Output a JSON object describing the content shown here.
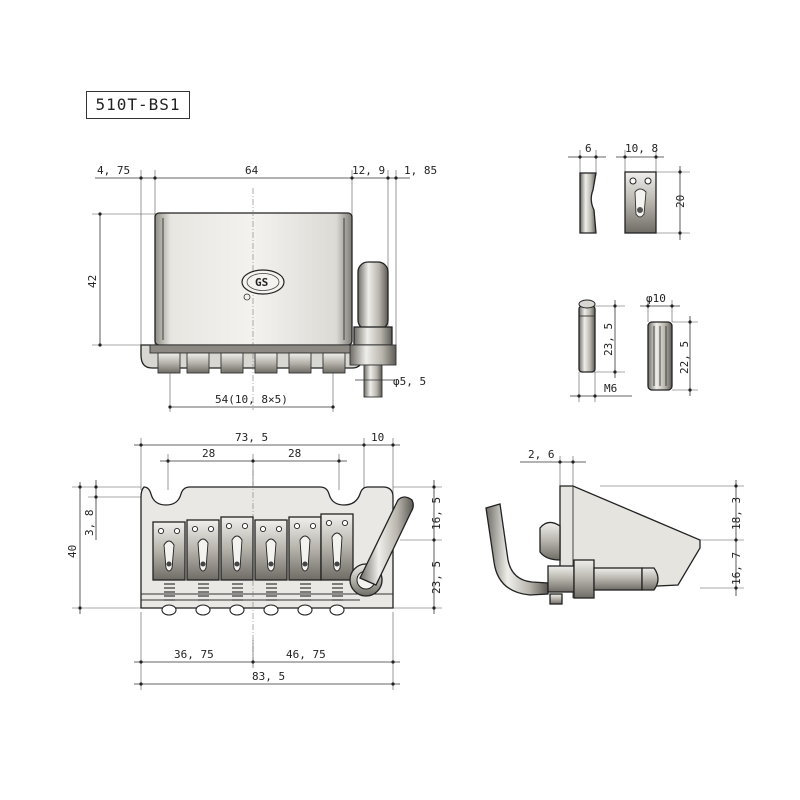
{
  "model": "510T-BS1",
  "colors": {
    "line": "#222222",
    "metal_light": "#e6e4df",
    "metal_mid": "#b9b6ae",
    "metal_dark": "#6f6c66"
  },
  "logo": {
    "text": "GS"
  },
  "top_view": {
    "dim_left": "4, 75",
    "dim_center": "64",
    "dim_right_1": "12, 9",
    "dim_right_2": "1, 85",
    "dim_height": "42",
    "dim_spacing": "54(10, 8×5)",
    "dim_arm": "φ5, 5"
  },
  "saddle_detail": {
    "dim_side": "6",
    "dim_width": "10, 8",
    "dim_height": "20"
  },
  "arm_detail": {
    "dim_length": "23, 5",
    "dim_thread": "M6",
    "dim_diameter": "φ10",
    "dim_knob": "22, 5"
  },
  "front_view": {
    "dim_total_top": "73, 5",
    "dim_right_top": "10",
    "dim_left_28": "28",
    "dim_right_28": "28",
    "dim_height": "40",
    "dim_offset": "3, 8",
    "dim_right_upper": "16, 5",
    "dim_right_lower": "23, 5",
    "dim_left_bottom": "36, 75",
    "dim_right_bottom": "46, 75",
    "dim_total_bottom": "83, 5"
  },
  "side_view": {
    "dim_thickness": "2, 6",
    "dim_upper": "18, 3",
    "dim_lower": "16, 7"
  }
}
